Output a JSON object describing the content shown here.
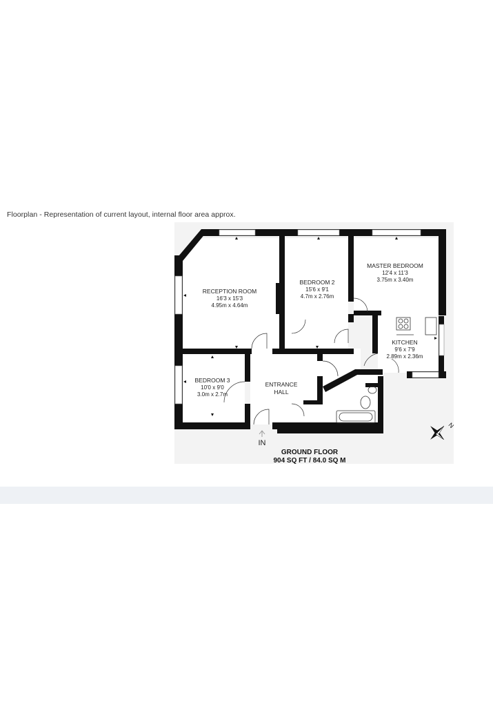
{
  "caption": "Floorplan - Representation of current layout, internal floor area approx.",
  "rooms": {
    "reception": {
      "name": "RECEPTION ROOM",
      "imperial": "16'3 x 15'3",
      "metric": "4.95m x 4.64m"
    },
    "bedroom2": {
      "name": "BEDROOM 2",
      "imperial": "15'6 x 9'1",
      "metric": "4.7m x 2.76m"
    },
    "master": {
      "name": "MASTER BEDROOM",
      "imperial": "12'4 x 11'3",
      "metric": "3.75m x 3.40m"
    },
    "kitchen": {
      "name": "KITCHEN",
      "imperial": "9'6 x 7'9",
      "metric": "2.89m x 2.36m"
    },
    "bedroom3": {
      "name": "BEDROOM 3",
      "imperial": "10'0 x 9'0",
      "metric": "3.0m x 2.7m"
    },
    "hall": {
      "name": "ENTRANCE",
      "name2": "HALL"
    }
  },
  "entrance_label": "IN",
  "floor": {
    "name": "GROUND FLOOR",
    "area": "904 SQ FT / 84.0 SQ M"
  },
  "compass": {
    "label": "N",
    "icon": "compass-rose-icon"
  },
  "colors": {
    "wall": "#111111",
    "footer": "#eef1f5"
  }
}
